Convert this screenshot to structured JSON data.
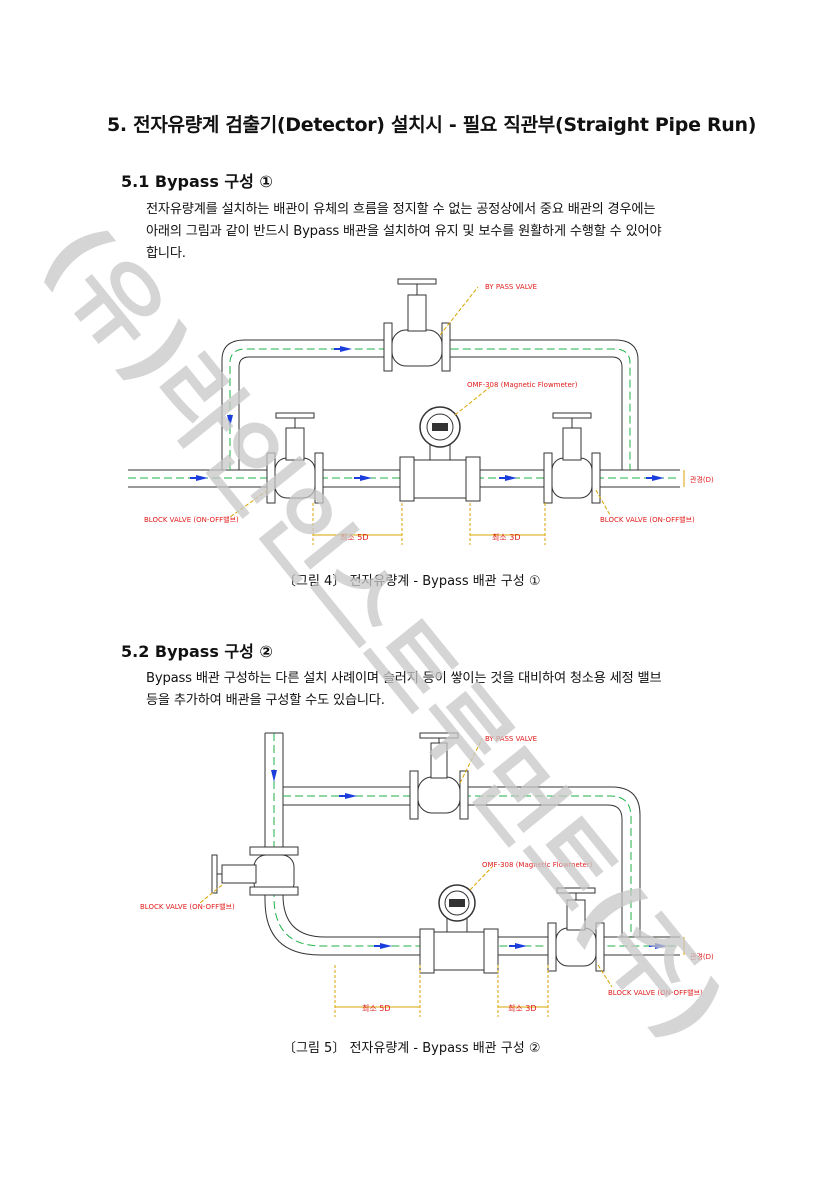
{
  "heading": "5. 전자유량계 검출기(Detector) 설치시 - 필요 직관부(Straight Pipe Run)",
  "section1": {
    "title": "5.1 Bypass 구성 ①",
    "para_line1": "전자유량계를 설치하는 배관이 유체의 흐름을 정지할 수 없는 공정상에서 중요 배관의 경우에는",
    "para_line2": "아래의 그림과 같이 반드시 Bypass 배관을 설치하여 유지 및 보수를 원활하게 수행할 수 있어야",
    "para_line3": "합니다.",
    "fig": {
      "bypass_valve": "BY PASS VALVE",
      "meter": "OMF-308 (Magnetic Flowmeter)",
      "block_left": "BLOCK VALVE (ON-OFF밸브)",
      "block_right": "BLOCK VALVE (ON-OFF밸브)",
      "min5d": "최소 5D",
      "min3d": "최소 3D",
      "diameter": "관경(D)"
    },
    "caption": "〔그림 4〕 전자유량계 - Bypass 배관 구성 ①"
  },
  "section2": {
    "title": "5.2 Bypass 구성 ②",
    "para_line1": "Bypass 배관 구성하는 다른 설치 사례이며 슬러지 등이 쌓이는 것을 대비하여 청소용 세정 밸브",
    "para_line2": "등을 추가하여 배관을 구성할 수도 있습니다.",
    "fig": {
      "bypass_valve": "BY PASS VALVE",
      "meter": "OMF-308 (Magnetic Flowmeter)",
      "block_left": "BLOCK VALVE (ON-OFF밸브)",
      "block_right": "BLOCK VALVE (ON-OFF밸브)",
      "min5d": "최소 5D",
      "min3d": "최소 3D",
      "diameter": "관경(D)"
    },
    "caption": "〔그림 5〕 전자유량계 - Bypass 배관 구성 ②"
  },
  "watermark": "(유)라인인스트루먼트(주)",
  "colors": {
    "label_red": "#e11b1b",
    "dim_yellow": "#d9a400",
    "centerline_green": "#1fb24a",
    "arrow_blue": "#1a3ddb"
  }
}
